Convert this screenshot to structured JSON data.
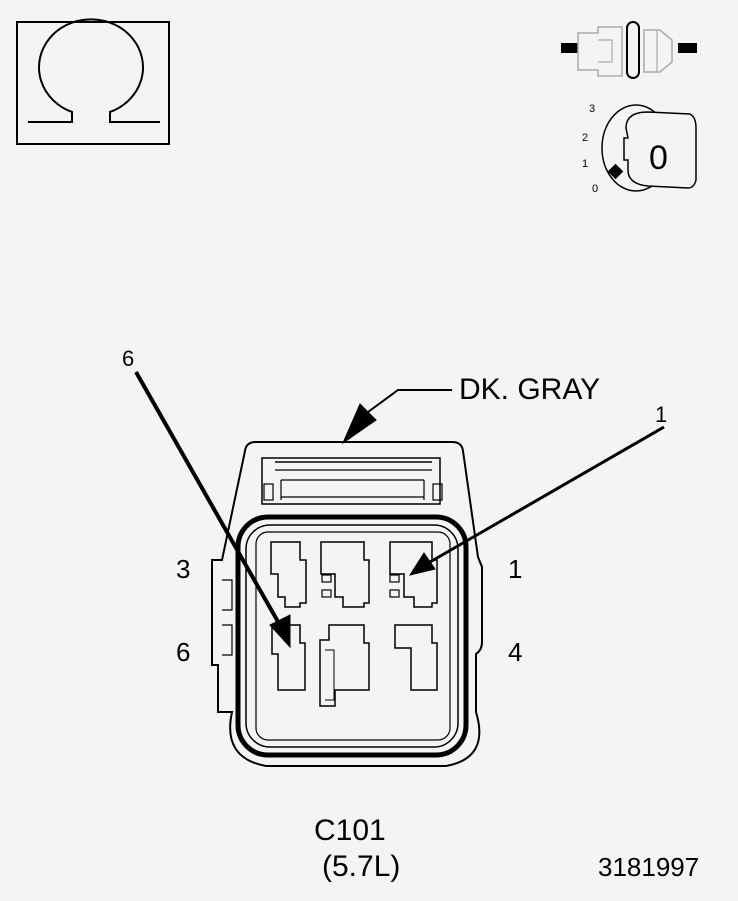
{
  "icons": {
    "meter": "ohm-meter-icon",
    "connector": "disconnected-connector-icon",
    "ignition": "ignition-key-off-icon"
  },
  "ignition": {
    "positions": [
      "3",
      "2",
      "1",
      "0"
    ],
    "key_label": "0"
  },
  "connector": {
    "color_label": "DK. GRAY",
    "pin_callouts": {
      "pin_6_top": "6",
      "pin_1_right": "1",
      "pin_3": "3",
      "pin_1": "1",
      "pin_6": "6",
      "pin_4": "4"
    },
    "name": "C101",
    "variant": "(5.7L)"
  },
  "figure_number": "3181997",
  "colors": {
    "background": "#f4f4f4",
    "line": "#000000",
    "light_line": "#999999"
  }
}
